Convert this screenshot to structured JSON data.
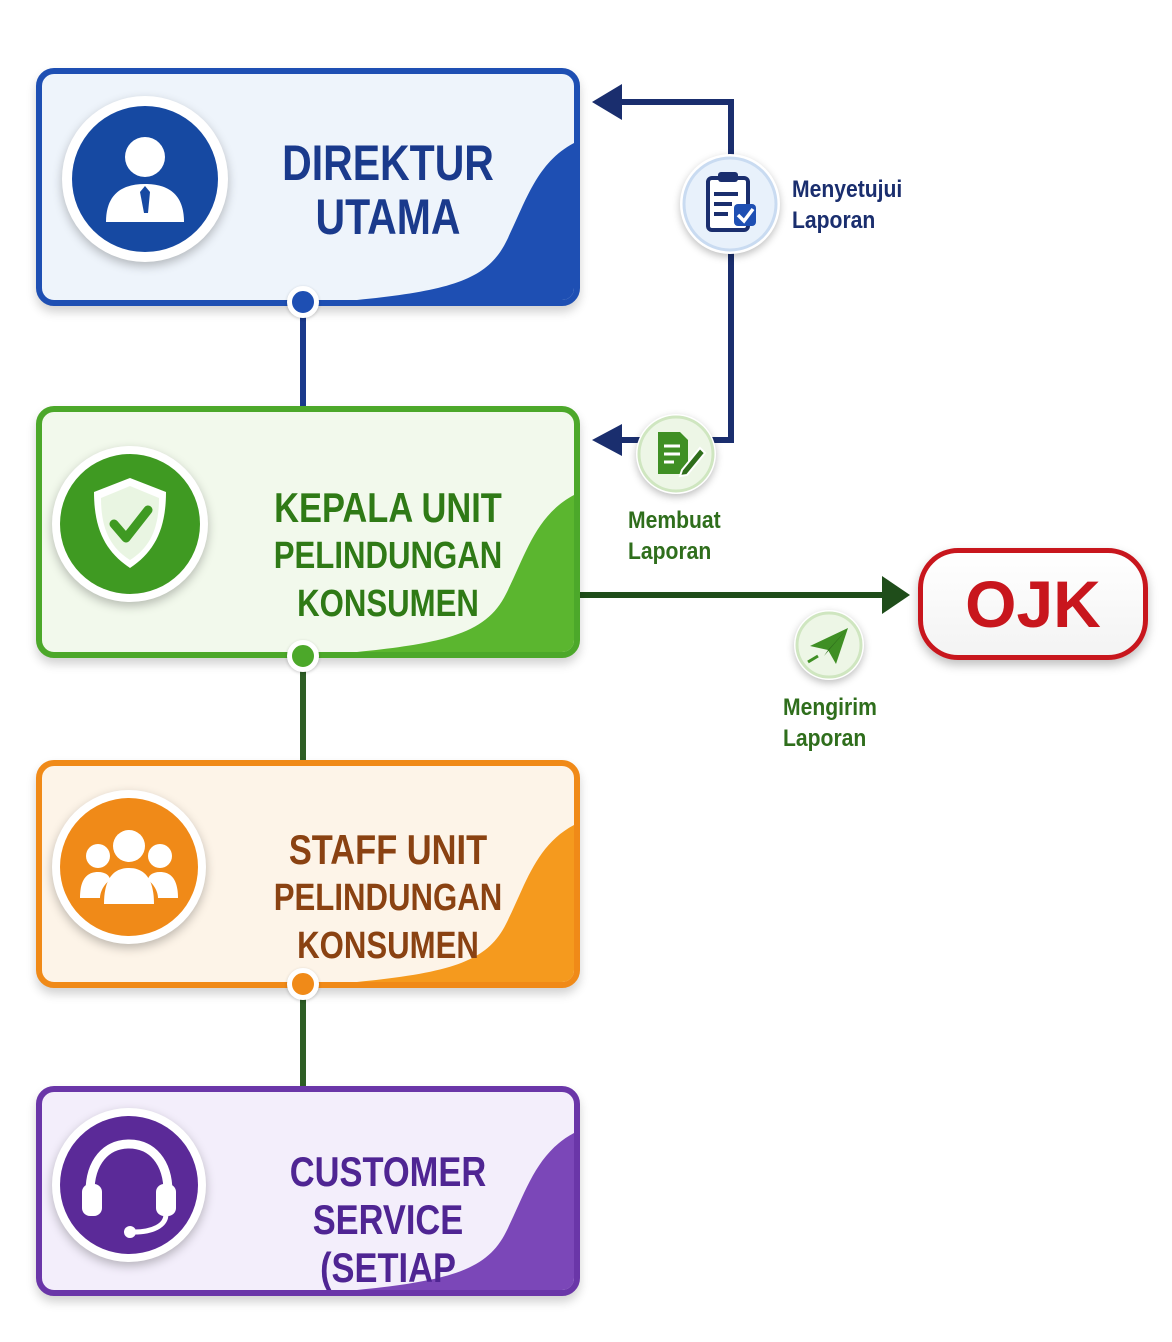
{
  "nodes": {
    "direktur": {
      "line1": "DIREKTUR",
      "line2": "UTAMA",
      "color": "#1e4fb3",
      "text_color": "#1a3a8c"
    },
    "kepala": {
      "line1": "KEPALA UNIT",
      "line2": "PELINDUNGAN KONSUMEN",
      "color": "#4ca82a",
      "text_color": "#2f7a16"
    },
    "staff": {
      "line1": "STAFF UNIT",
      "line2": "PELINDUNGAN KONSUMEN",
      "color": "#f08a18",
      "text_color": "#8a4212"
    },
    "cs": {
      "line1": "CUSTOMER SERVICE",
      "line2": "(SETIAP CABANG)",
      "color": "#6a36a8",
      "text_color": "#4f2593"
    },
    "ojk": {
      "label": "OJK",
      "color": "#c8161d"
    }
  },
  "edges": {
    "menyetujui": {
      "line1": "Menyetujui",
      "line2": "Laporan",
      "color": "#1a2e6e"
    },
    "membuat": {
      "line1": "Membuat",
      "line2": "Laporan",
      "color": "#2f6e1c"
    },
    "mengirim": {
      "line1": "Mengirim",
      "line2": "Laporan",
      "color": "#2f6e1c"
    }
  },
  "icons": {
    "direktur": "person-tie-icon",
    "kepala": "shield-check-icon",
    "staff": "group-icon",
    "cs": "headset-icon",
    "menyetujui": "clipboard-check-icon",
    "membuat": "document-edit-icon",
    "mengirim": "paper-plane-icon"
  }
}
